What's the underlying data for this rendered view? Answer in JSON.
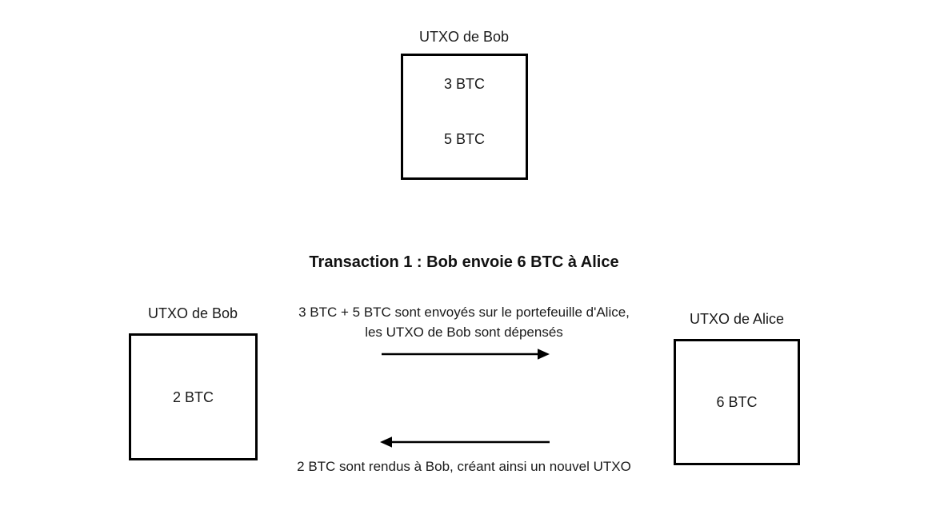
{
  "diagram": {
    "top_utxo": {
      "label": "UTXO de Bob",
      "values": [
        "3 BTC",
        "5 BTC"
      ]
    },
    "title": "Transaction 1 : Bob envoie 6 BTC à Alice",
    "bottom_left_utxo": {
      "label": "UTXO de Bob",
      "values": [
        "2 BTC"
      ]
    },
    "bottom_right_utxo": {
      "label": "UTXO de Alice",
      "values": [
        "6 BTC"
      ]
    },
    "arrow_right_caption": "3 BTC + 5 BTC sont envoyés sur le portefeuille d'Alice, les UTXO de Bob sont dépensés",
    "arrow_left_caption": "2 BTC sont rendus à Bob, créant ainsi un nouvel UTXO",
    "colors": {
      "background": "#ffffff",
      "text": "#1a1a1a",
      "box_border": "#000000",
      "arrow": "#000000"
    }
  }
}
